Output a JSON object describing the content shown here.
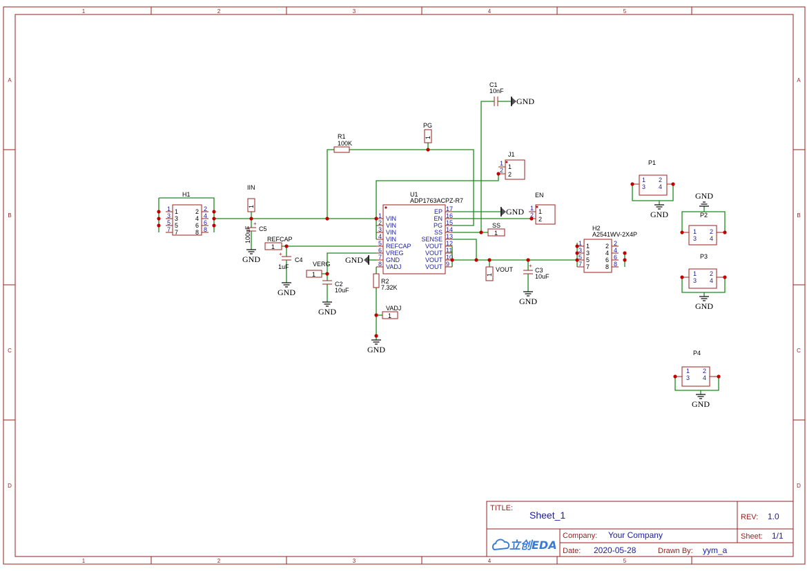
{
  "border": {
    "columns": [
      "1",
      "2",
      "3",
      "4",
      "5"
    ],
    "rows": [
      "A",
      "B",
      "C",
      "D"
    ]
  },
  "components": {
    "u1": {
      "ref": "U1",
      "value": "ADP1763ACPZ-R7",
      "left_pins": [
        {
          "n": "1",
          "name": "VIN"
        },
        {
          "n": "2",
          "name": "VIN"
        },
        {
          "n": "3",
          "name": "VIN"
        },
        {
          "n": "4",
          "name": "VIN"
        },
        {
          "n": "5",
          "name": "REFCAP"
        },
        {
          "n": "6",
          "name": "VREG"
        },
        {
          "n": "7",
          "name": "GND"
        },
        {
          "n": "8",
          "name": "VADJ"
        }
      ],
      "right_pins": [
        {
          "n": "17",
          "name": "EP"
        },
        {
          "n": "16",
          "name": "EN"
        },
        {
          "n": "15",
          "name": "PG"
        },
        {
          "n": "14",
          "name": "SS"
        },
        {
          "n": "13",
          "name": "SENSE"
        },
        {
          "n": "12",
          "name": "VOUT"
        },
        {
          "n": "11",
          "name": "VOUT"
        },
        {
          "n": "10",
          "name": "VOUT"
        },
        {
          "n": "9",
          "name": "VOUT"
        }
      ]
    },
    "h1": {
      "ref": "H1",
      "left": [
        "1",
        "3",
        "5",
        "7"
      ],
      "right": [
        "2",
        "4",
        "6",
        "8"
      ]
    },
    "h2": {
      "ref": "H2",
      "value": "A2541WV-2X4P",
      "left": [
        "1",
        "3",
        "5",
        "7"
      ],
      "right": [
        "2",
        "4",
        "6",
        "8"
      ]
    },
    "r1": {
      "ref": "R1",
      "value": "100K"
    },
    "r2": {
      "ref": "R2",
      "value": "7.32K"
    },
    "c1": {
      "ref": "C1",
      "value": "10nF"
    },
    "c2": {
      "ref": "C2",
      "value": "10uF"
    },
    "c3": {
      "ref": "C3",
      "value": "10uF"
    },
    "c4": {
      "ref": "C4",
      "value": "1uF"
    },
    "c5": {
      "ref": "C5",
      "value": "100uF"
    },
    "j1": {
      "ref": "J1",
      "pins": [
        "1",
        "2"
      ]
    },
    "en": {
      "ref": "EN",
      "pins": [
        "1",
        "2"
      ]
    },
    "p1": {
      "ref": "P1"
    },
    "p2": {
      "ref": "P2"
    },
    "p3": {
      "ref": "P3"
    },
    "p4": {
      "ref": "P4"
    },
    "header_pins": {
      "top": [
        "1",
        "3"
      ],
      "bottom": [
        "2",
        "4"
      ]
    }
  },
  "test_points": {
    "iin": "IIN",
    "pg": "PG",
    "ss": "SS",
    "vout": "VOUT",
    "refcap": "REFCAP",
    "verg": "VERG",
    "vadj": "VADJ",
    "pin_number": "1"
  },
  "gnd_label": "GND",
  "plus_sign": "+",
  "title_block": {
    "title_label": "TITLE:",
    "title_value": "Sheet_1",
    "rev_label": "REV:",
    "rev_value": "1.0",
    "company_label": "Company:",
    "company_value": "Your Company",
    "sheet_label": "Sheet:",
    "sheet_value": "1/1",
    "date_label": "Date:",
    "date_value": "2020-05-28",
    "drawn_label": "Drawn By:",
    "drawn_value": "yym_a",
    "logo_text": "立创EDA"
  },
  "colors": {
    "border": "#9b1c1c",
    "wire": "#1a8a1a",
    "junction": "#c00000",
    "pin_text": "#1a1aa0",
    "logo": "#3a7bd5"
  }
}
